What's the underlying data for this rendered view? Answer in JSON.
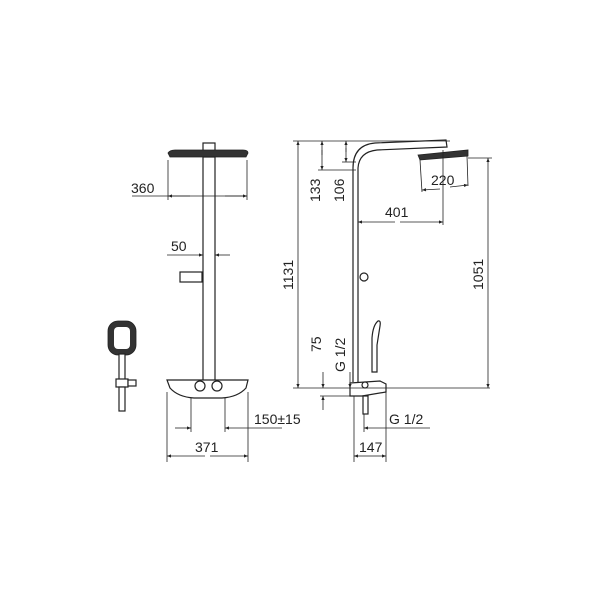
{
  "front_view": {
    "dimensions": {
      "head_width": "360",
      "column_diameter": "50",
      "connection_spacing": "150±15",
      "shelf_width": "371"
    }
  },
  "side_view": {
    "dimensions": {
      "total_height": "1131",
      "arm_offset_1": "133",
      "arm_offset_2": "106",
      "head_diameter": "220",
      "arm_projection": "401",
      "head_height": "1051",
      "inlet_offset": "75",
      "inlet_thread_vertical": "G 1/2",
      "outlet_thread": "G 1/2",
      "mixer_depth": "147"
    }
  }
}
